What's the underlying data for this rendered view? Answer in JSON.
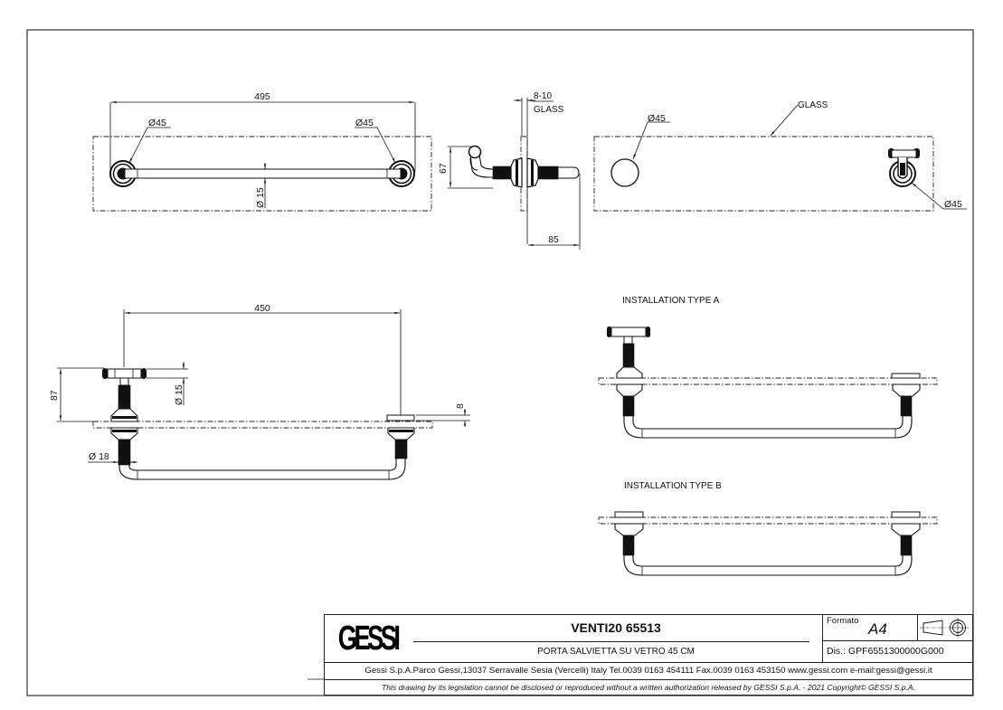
{
  "drawing": {
    "top_view": {
      "overall_width": "495",
      "left_diameter": "Ø45",
      "right_diameter": "Ø45",
      "bar_diameter": "Ø 15",
      "height": "67"
    },
    "side_view": {
      "glass_thickness": "8-10",
      "glass_label": "GLASS",
      "depth": "85"
    },
    "glass_view": {
      "hole_diameter": "Ø45",
      "glass_label": "GLASS",
      "fixing_diameter": "Ø45"
    },
    "front_view": {
      "center_distance": "450",
      "height": "87",
      "knob_diameter": "Ø 15",
      "base_diameter": "Ø 18",
      "cap_thickness": "8"
    },
    "installation_a": {
      "title": "INSTALLATION TYPE A"
    },
    "installation_b": {
      "title": "INSTALLATION TYPE B"
    }
  },
  "title_block": {
    "logo": "GESSI",
    "product_title": "VENTI20 65513",
    "product_description": "PORTA SALVIETTA SU VETRO 45 CM",
    "formato_label": "Formato",
    "formato_value": "A4",
    "projection_symbol": "first-angle-projection-icon",
    "drawing_number": "Dis.: GPF6551300000G000",
    "address": "Gessi S.p.A.Parco Gessi,13037 Serravalle Sesia (Vercelli) Italy Tel.0039 0163 454111 Fax.0039 0163 453150 www.gessi.com e-mail:gessi@gessi.it",
    "legal_notice": "This drawing by its legislation cannot be disclosed or reproduced without a written authorization released by GESSI S.p.A. - 2021 Copyright© GESSI S.p.A."
  }
}
